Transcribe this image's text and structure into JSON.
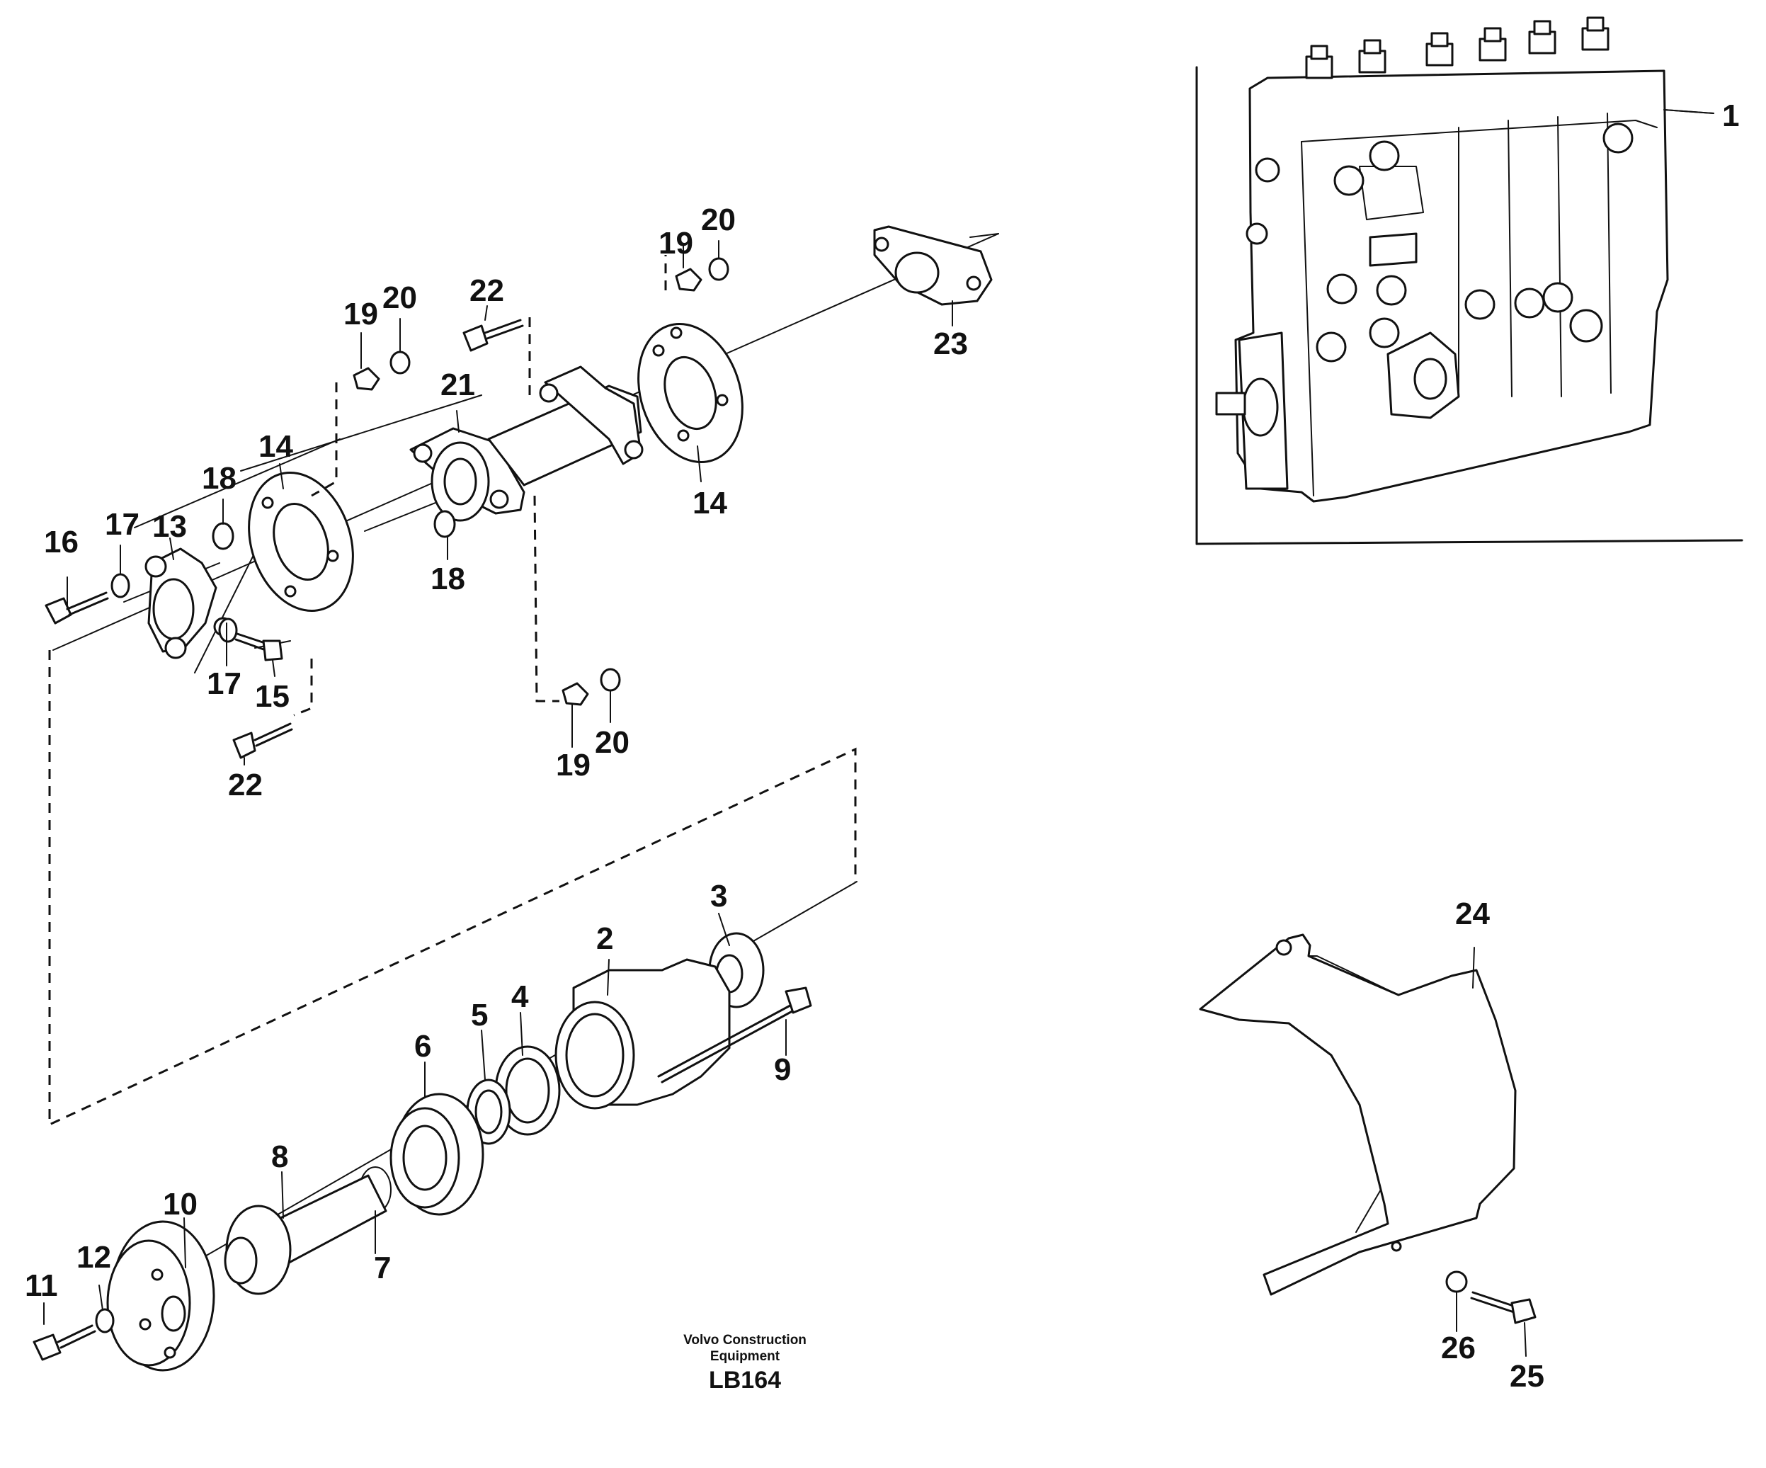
{
  "diagram": {
    "callouts": [
      {
        "id": "c1",
        "text": "1"
      },
      {
        "id": "c2",
        "text": "2"
      },
      {
        "id": "c3",
        "text": "3"
      },
      {
        "id": "c4",
        "text": "4"
      },
      {
        "id": "c5",
        "text": "5"
      },
      {
        "id": "c6",
        "text": "6"
      },
      {
        "id": "c7",
        "text": "7"
      },
      {
        "id": "c8",
        "text": "8"
      },
      {
        "id": "c9",
        "text": "9"
      },
      {
        "id": "c10",
        "text": "10"
      },
      {
        "id": "c11",
        "text": "11"
      },
      {
        "id": "c12",
        "text": "12"
      },
      {
        "id": "c13",
        "text": "13"
      },
      {
        "id": "c14a",
        "text": "14"
      },
      {
        "id": "c14b",
        "text": "14"
      },
      {
        "id": "c15",
        "text": "15"
      },
      {
        "id": "c16",
        "text": "16"
      },
      {
        "id": "c17a",
        "text": "17"
      },
      {
        "id": "c17b",
        "text": "17"
      },
      {
        "id": "c18a",
        "text": "18"
      },
      {
        "id": "c18b",
        "text": "18"
      },
      {
        "id": "c19a",
        "text": "19"
      },
      {
        "id": "c19b",
        "text": "19"
      },
      {
        "id": "c19c",
        "text": "19"
      },
      {
        "id": "c20a",
        "text": "20"
      },
      {
        "id": "c20b",
        "text": "20"
      },
      {
        "id": "c20c",
        "text": "20"
      },
      {
        "id": "c21",
        "text": "21"
      },
      {
        "id": "c22a",
        "text": "22"
      },
      {
        "id": "c22b",
        "text": "22"
      },
      {
        "id": "c23",
        "text": "23"
      },
      {
        "id": "c24",
        "text": "24"
      },
      {
        "id": "c25",
        "text": "25"
      },
      {
        "id": "c26",
        "text": "26"
      }
    ],
    "footer": {
      "line1": "Volvo Construction",
      "line2": "Equipment",
      "code": "LB164"
    }
  }
}
